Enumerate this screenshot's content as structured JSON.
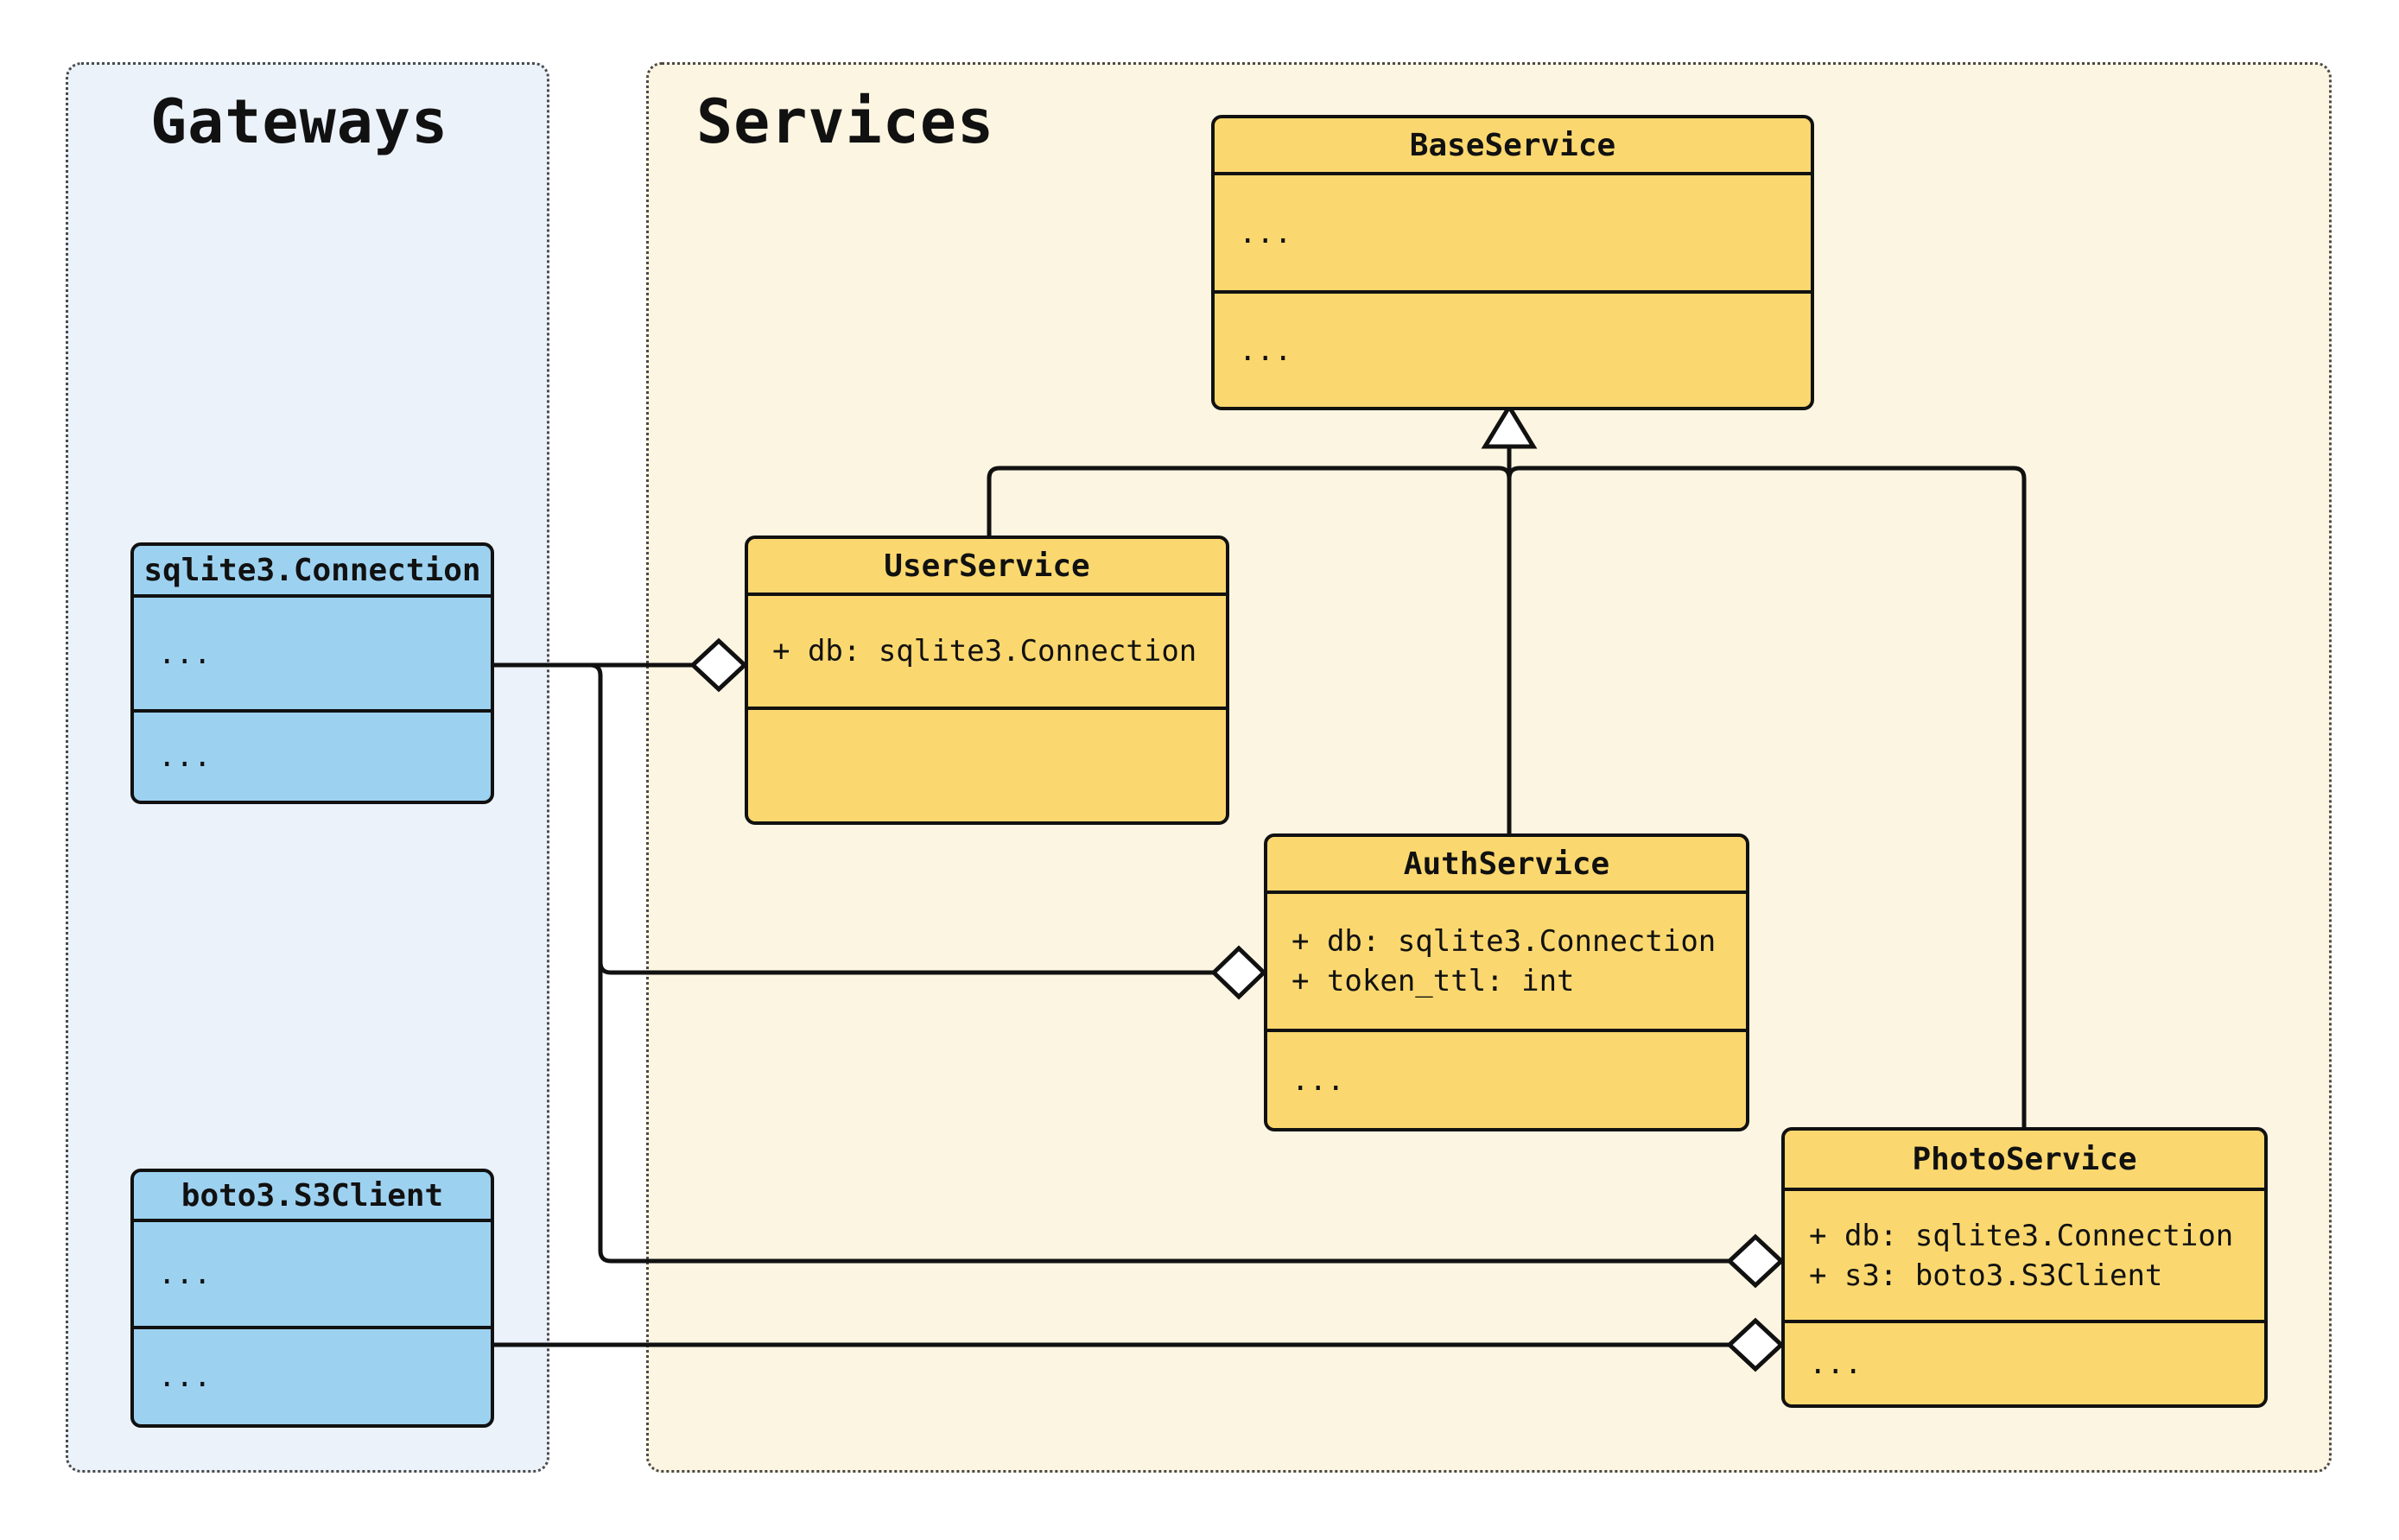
{
  "panels": {
    "gateways": {
      "title": "Gateways",
      "bg": "#EBF2FA"
    },
    "services": {
      "title": "Services",
      "bg": "#FCF5E1"
    }
  },
  "classes": {
    "base_service": {
      "name": "BaseService",
      "attributes": [
        "..."
      ],
      "methods": [
        "..."
      ]
    },
    "sqlite_connection": {
      "name": "sqlite3.Connection",
      "attributes": [
        "..."
      ],
      "methods": [
        "..."
      ]
    },
    "boto_s3client": {
      "name": "boto3.S3Client",
      "attributes": [
        "..."
      ],
      "methods": [
        "..."
      ]
    },
    "user_service": {
      "name": "UserService",
      "attributes": [
        "+ db: sqlite3.Connection"
      ],
      "methods": []
    },
    "auth_service": {
      "name": "AuthService",
      "attributes": [
        "+ db: sqlite3.Connection",
        "+ token_ttl: int"
      ],
      "methods": [
        "..."
      ]
    },
    "photo_service": {
      "name": "PhotoService",
      "attributes": [
        "+ db: sqlite3.Connection",
        "+ s3: boto3.S3Client"
      ],
      "methods": [
        "..."
      ]
    }
  },
  "colors": {
    "service_fill": "#FBD86F",
    "gateway_fill": "#9DD1F0",
    "stroke": "#111111",
    "gateways_panel_bg": "#EBF2FA",
    "services_panel_bg": "#FCF5E1",
    "page_bg": "#FFFFFF"
  },
  "relationships": [
    {
      "type": "inheritance",
      "from": "UserService",
      "to": "BaseService"
    },
    {
      "type": "inheritance",
      "from": "AuthService",
      "to": "BaseService"
    },
    {
      "type": "inheritance",
      "from": "PhotoService",
      "to": "BaseService"
    },
    {
      "type": "aggregation",
      "from": "sqlite3.Connection",
      "to": "UserService"
    },
    {
      "type": "aggregation",
      "from": "sqlite3.Connection",
      "to": "AuthService"
    },
    {
      "type": "aggregation",
      "from": "sqlite3.Connection",
      "to": "PhotoService"
    },
    {
      "type": "aggregation",
      "from": "boto3.S3Client",
      "to": "PhotoService"
    }
  ]
}
